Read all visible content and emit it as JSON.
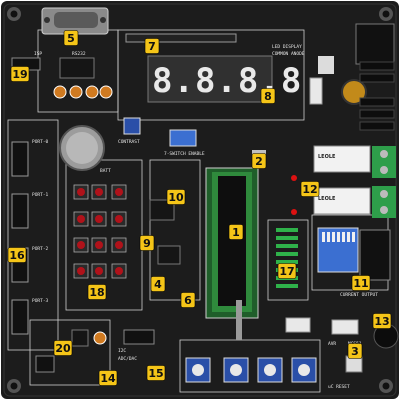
{
  "seven_segment": {
    "digits": "8.8.8.8."
  },
  "silkscreen": {
    "led_display": "LED DISPLAY",
    "common_anode": "COMMON ANODE",
    "port0": "PORT-0",
    "port1": "PORT-1",
    "port2": "PORT-2",
    "port3": "PORT-3",
    "isp": "ISP",
    "rs232": "RS232",
    "batt": "BATT",
    "contrast": "CONTRAST",
    "i2c": "I2C",
    "adc_dac": "ADC/DAC",
    "current_output": "CURRENT OUTPUT",
    "uc_reset": "uC RESET",
    "avr": "AVR",
    "mcs51": "MCS51",
    "dip_switch": "7-SWITCH ENABLE",
    "relay_brand": "LEOLE"
  },
  "callouts": [
    "1",
    "2",
    "3",
    "4",
    "5",
    "6",
    "7",
    "8",
    "9",
    "10",
    "11",
    "12",
    "13",
    "14",
    "15",
    "16",
    "17",
    "18",
    "19",
    "20"
  ],
  "colors": {
    "pcb": "#1b1b1b",
    "callout": "#f5c518",
    "zif_socket": "#2f8a3c",
    "terminal": "#2e9e4a",
    "trimpot": "#2a4fa8",
    "relay": "#f2f2f2"
  }
}
